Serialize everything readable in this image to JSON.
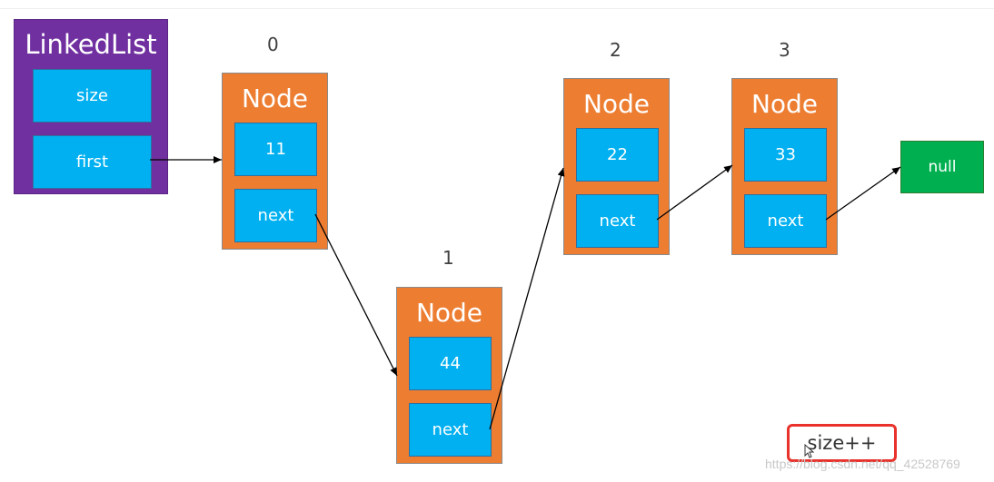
{
  "linked_list": {
    "title": "LinkedList",
    "fields": [
      "size",
      "first"
    ]
  },
  "nodes": [
    {
      "index": "0",
      "title": "Node",
      "value": "11",
      "next": "next"
    },
    {
      "index": "1",
      "title": "Node",
      "value": "44",
      "next": "next"
    },
    {
      "index": "2",
      "title": "Node",
      "value": "22",
      "next": "next"
    },
    {
      "index": "3",
      "title": "Node",
      "value": "33",
      "next": "next"
    }
  ],
  "null_label": "null",
  "annotation": "size++",
  "watermark": "https://blog.csdn.net/qq_42528769",
  "colors": {
    "linked_list": "#7030a0",
    "node": "#ed7d31",
    "field": "#00b0f0",
    "null": "#00b050",
    "highlight": "#e8322b"
  }
}
